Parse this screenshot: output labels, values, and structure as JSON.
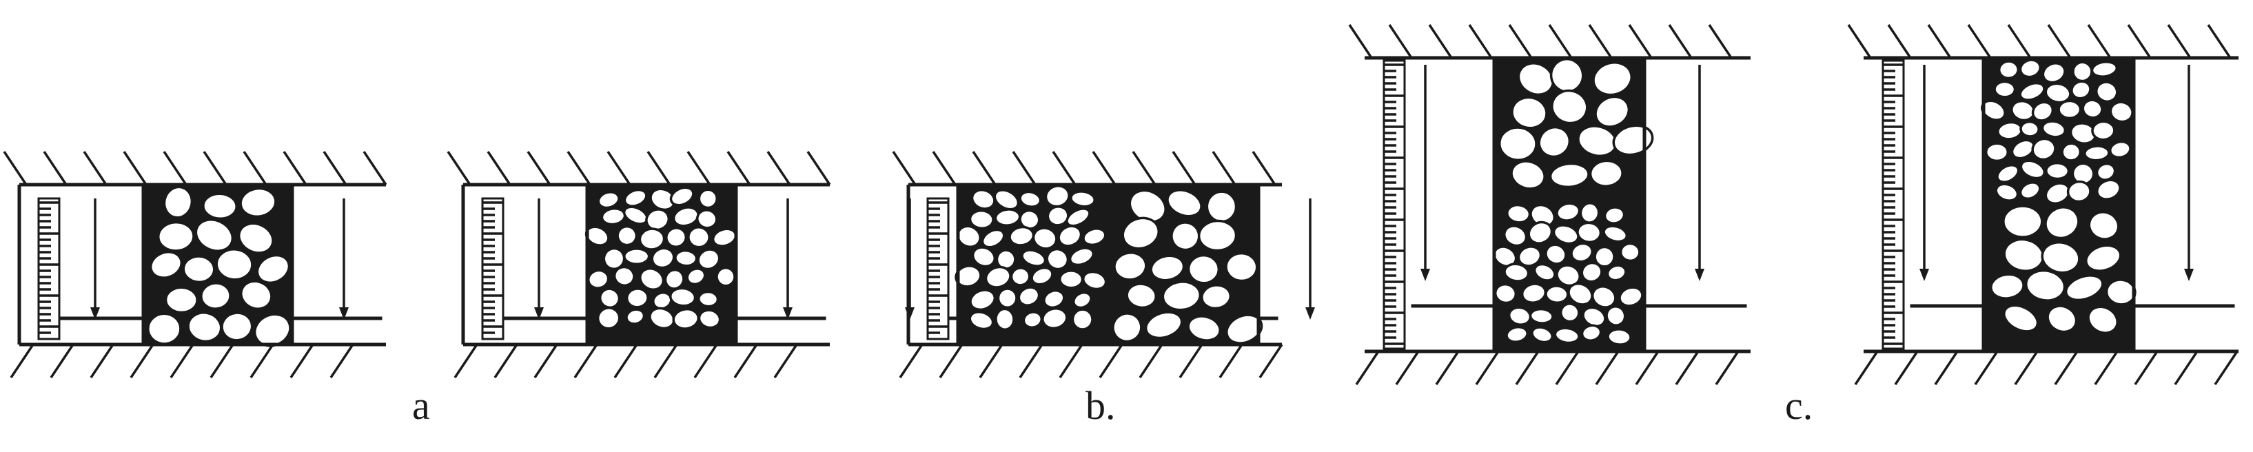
{
  "labels": {
    "a": "a",
    "b": "b.",
    "c": "c."
  },
  "colors": {
    "ink": "#1a1a1a",
    "background": "#ffffff"
  }
}
